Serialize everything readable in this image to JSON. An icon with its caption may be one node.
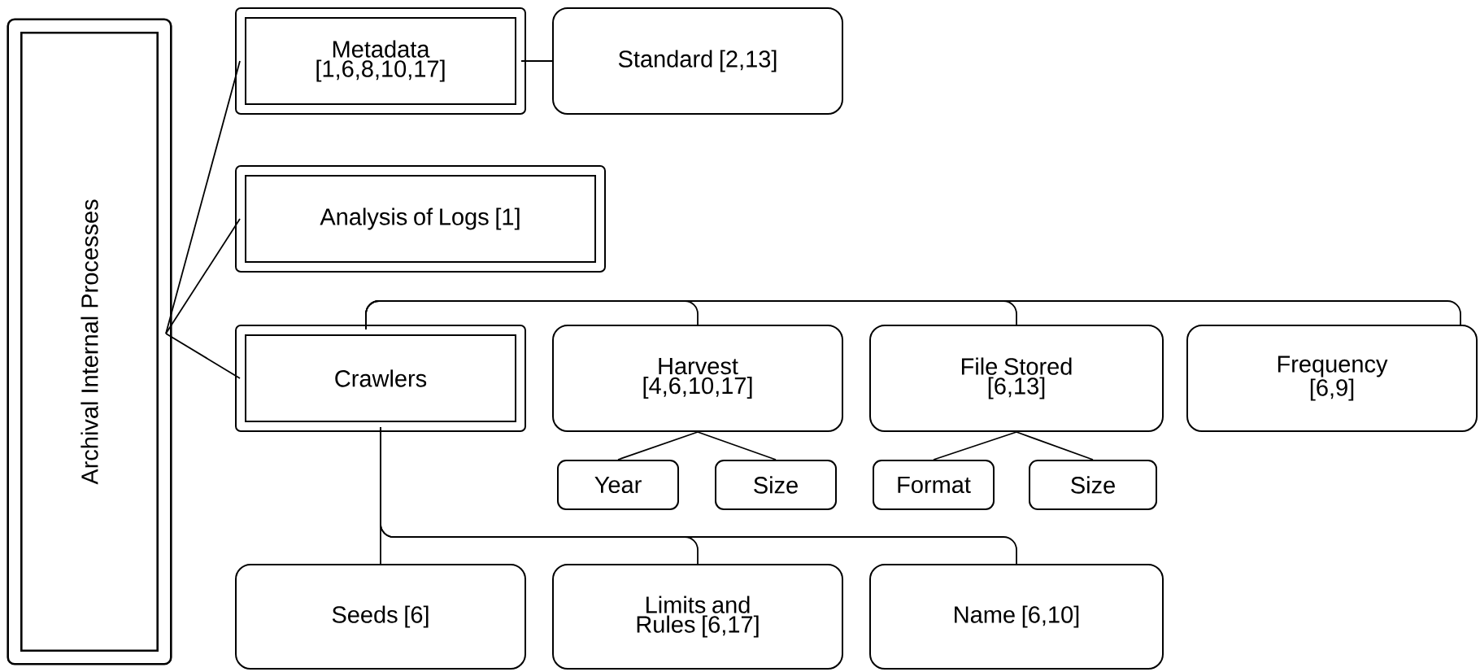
{
  "diagram": {
    "nodes": [
      {
        "text": [
          "Archival Internal Processes"
        ]
      },
      {
        "text": [
          "Metadata [1,6,8,10,17]"
        ]
      },
      {
        "text": [
          "Standard [2,13]"
        ]
      },
      {
        "text": [
          "Analysis of Logs [1]"
        ]
      },
      {
        "text": [
          "Crawlers"
        ]
      },
      {
        "text": [
          "Harvest [4,6,10,17]"
        ]
      },
      {
        "text": [
          "File Stored [6,13]"
        ]
      },
      {
        "text": [
          "Frequency [6,9]"
        ]
      },
      {
        "text": [
          "Year"
        ]
      },
      {
        "text": [
          "Size"
        ]
      },
      {
        "text": [
          "Format"
        ]
      },
      {
        "text": [
          "Size"
        ]
      },
      {
        "text": [
          "Seeds [6]"
        ]
      },
      {
        "text": [
          "Limits and Rules [6,17]"
        ]
      },
      {
        "text": [
          "Name [6,10]"
        ]
      }
    ],
    "edges": [
      {
        "from": 0,
        "to": 1,
        "arrow": "none"
      },
      {
        "from": 0,
        "to": 3,
        "arrow": "none"
      },
      {
        "from": 0,
        "to": 4,
        "arrow": "none"
      },
      {
        "from": 1,
        "to": 2,
        "arrow": "none"
      },
      {
        "from": 4,
        "to": 5,
        "arrow": "none"
      },
      {
        "from": 4,
        "to": 6,
        "arrow": "none"
      },
      {
        "from": 4,
        "to": 7,
        "arrow": "none"
      },
      {
        "from": 5,
        "to": 8,
        "arrow": "none"
      },
      {
        "from": 5,
        "to": 9,
        "arrow": "none"
      },
      {
        "from": 6,
        "to": 10,
        "arrow": "none"
      },
      {
        "from": 6,
        "to": 11,
        "arrow": "none"
      },
      {
        "from": 4,
        "to": 12,
        "arrow": "none"
      },
      {
        "from": 4,
        "to": 13,
        "arrow": "none"
      },
      {
        "from": 4,
        "to": 14,
        "arrow": "none"
      }
    ]
  }
}
